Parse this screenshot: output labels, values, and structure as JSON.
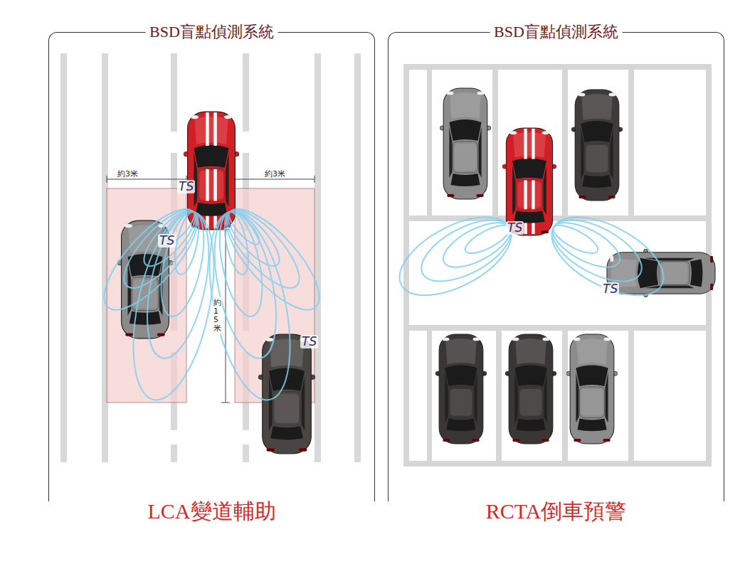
{
  "diagram": {
    "nodes": [
      {
        "text": [
          "BSD盲點偵測系統",
          "LCA變道輔助"
        ]
      },
      {
        "text": [
          "BSD盲點偵測系統",
          "RCTA倒車預警"
        ]
      }
    ],
    "labels": [
      "約3米",
      "約3米",
      "約15米",
      "TS",
      "TS",
      "TS",
      "TS",
      "TS"
    ]
  }
}
